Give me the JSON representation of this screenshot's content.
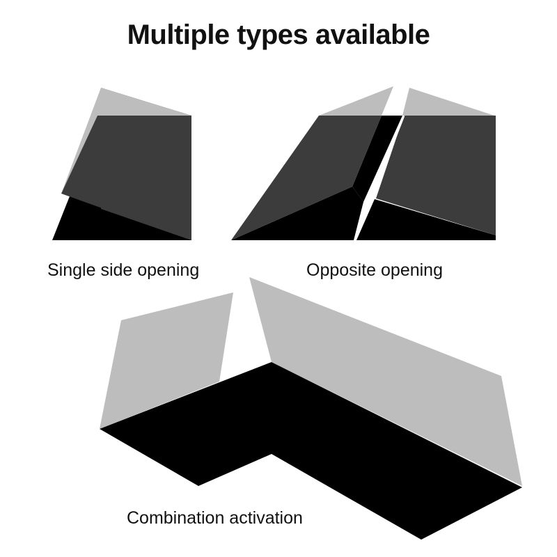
{
  "title": "Multiple types available",
  "panels": {
    "single": {
      "label": "Single side opening"
    },
    "opposite": {
      "label": "Opposite opening"
    },
    "combination": {
      "label": "Combination activation"
    }
  },
  "colors": {
    "floor": "#000000",
    "panel_dark": "#3c3c3c",
    "panel_light": "#bdbdbd",
    "background": "#ffffff"
  }
}
